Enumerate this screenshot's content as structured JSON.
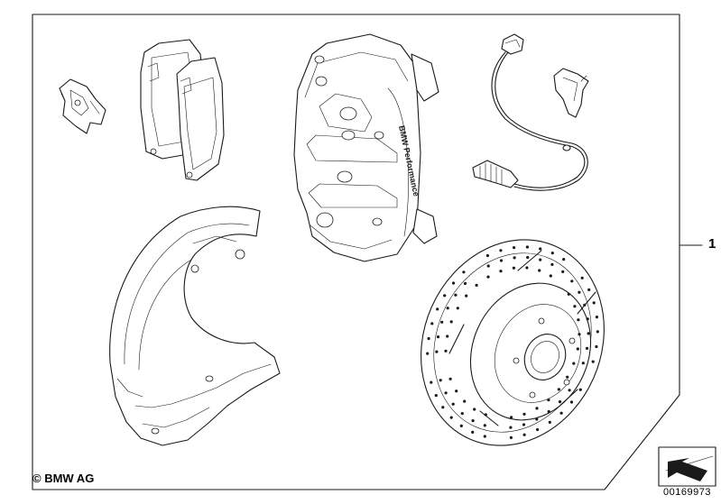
{
  "callout": {
    "number": "1"
  },
  "footer": {
    "copyright": "© BMW AG",
    "diagram_number": "00169973"
  },
  "caliper": {
    "engraving": "BMW Performance"
  },
  "icons": {
    "orientation": "arrow-pointer-icon"
  }
}
